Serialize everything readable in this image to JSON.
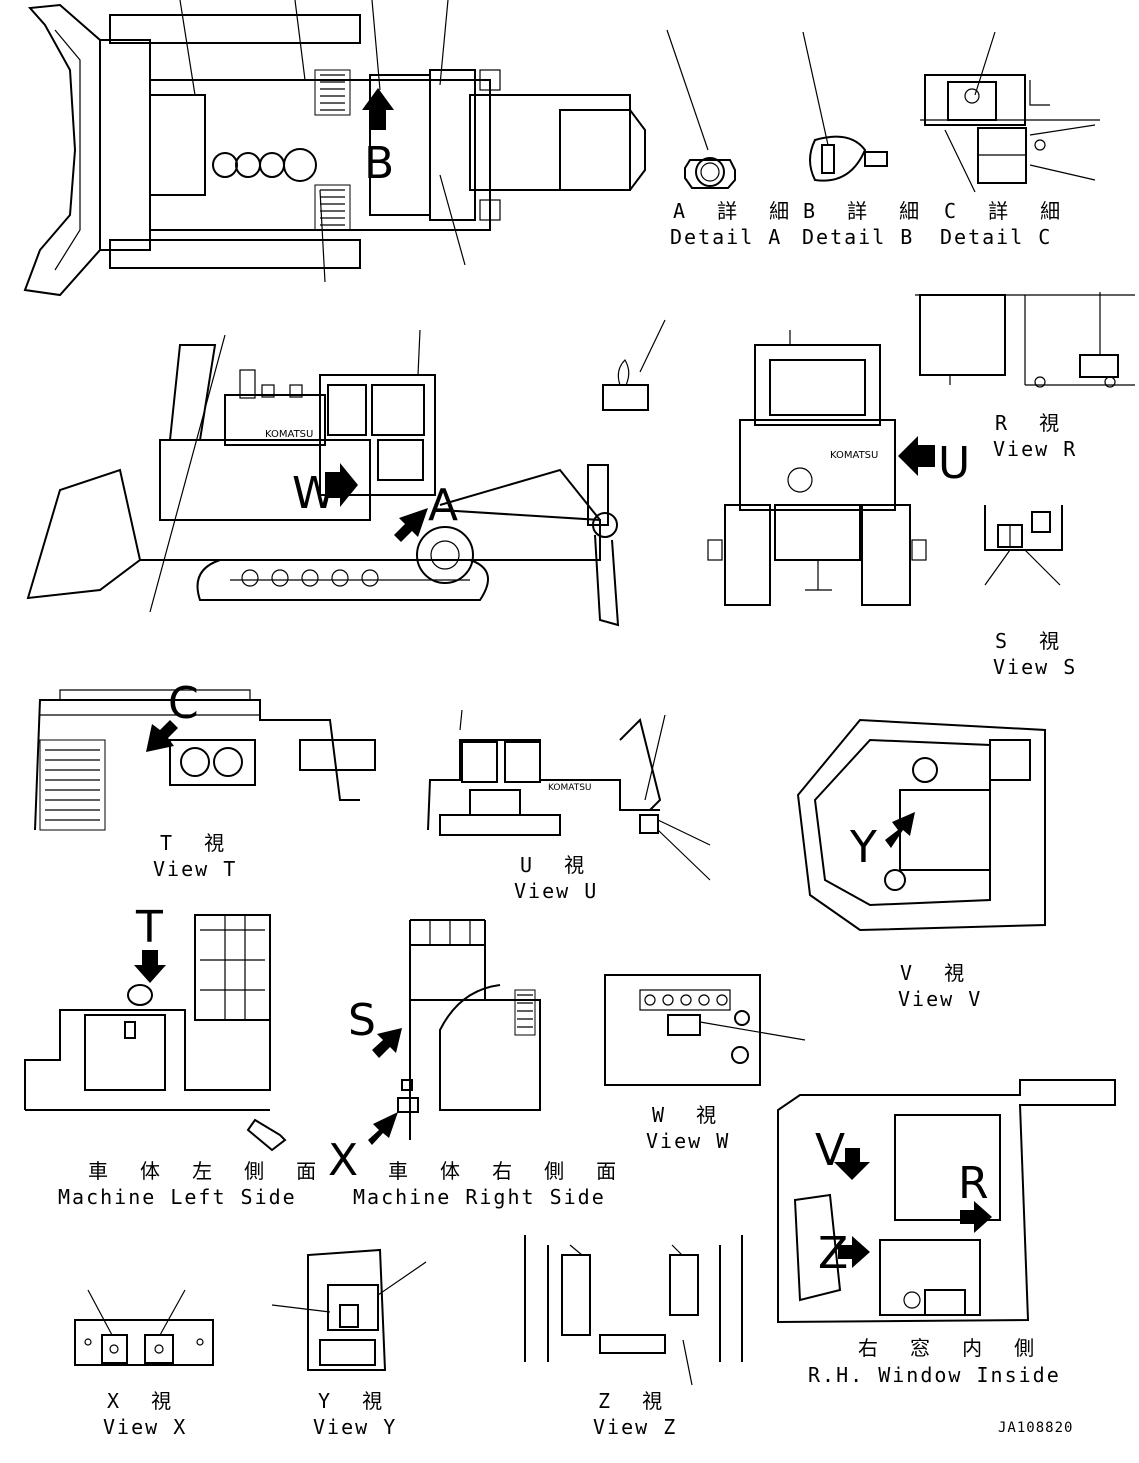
{
  "colors": {
    "ink": "#000000",
    "paper": "#ffffff"
  },
  "drawing_id": "JA108820",
  "captions": {
    "detail_a": {
      "jp": "A 詳 細",
      "en": "Detail A"
    },
    "detail_b": {
      "jp": "B 詳 細",
      "en": "Detail B"
    },
    "detail_c": {
      "jp": "C 詳 細",
      "en": "Detail C"
    },
    "view_r": {
      "jp": "R 視",
      "en": "View R"
    },
    "view_s": {
      "jp": "S 視",
      "en": "View S"
    },
    "view_t": {
      "jp": "T 視",
      "en": "View T"
    },
    "view_u": {
      "jp": "U 視",
      "en": "View U"
    },
    "view_v": {
      "jp": "V 視",
      "en": "View V"
    },
    "view_w": {
      "jp": "W 視",
      "en": "View W"
    },
    "view_x": {
      "jp": "X 視",
      "en": "View X"
    },
    "view_y": {
      "jp": "Y 視",
      "en": "View Y"
    },
    "view_z": {
      "jp": "Z 視",
      "en": "View Z"
    },
    "left_side": {
      "jp": "車 体 左 側 面",
      "en": "Machine Left Side"
    },
    "right_side": {
      "jp": "車 体 右 側 面",
      "en": "Machine Right Side"
    },
    "window_inside": {
      "jp": "右 窓 内 側",
      "en": "R.H. Window Inside"
    }
  },
  "markers": {
    "a": "A",
    "b": "B",
    "c": "C",
    "r": "R",
    "s": "S",
    "t": "T",
    "u": "U",
    "v": "V",
    "w": "W",
    "x": "X",
    "y": "Y",
    "z": "Z"
  },
  "brand_text": "KOMATSU"
}
